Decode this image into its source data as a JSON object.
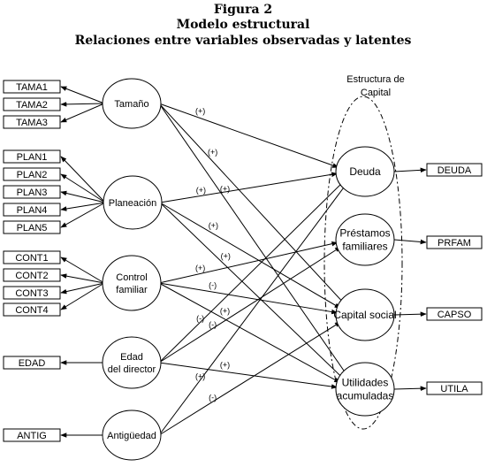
{
  "header": {
    "figure": "Figura 2",
    "title": "Modelo estructural",
    "subtitle": "Relaciones entre variables observadas y latentes"
  },
  "capital_group": {
    "label_line1": "Estructura de",
    "label_line2": "Capital"
  },
  "latent_left": [
    {
      "id": "tam",
      "lines": [
        "Tamaño"
      ]
    },
    {
      "id": "pla",
      "lines": [
        "Planeación"
      ]
    },
    {
      "id": "con",
      "lines": [
        "Control",
        "familiar"
      ]
    },
    {
      "id": "eda",
      "lines": [
        "Edad",
        "del director"
      ]
    },
    {
      "id": "ant",
      "lines": [
        "Antigüedad"
      ]
    }
  ],
  "latent_right": [
    {
      "id": "deu",
      "lines": [
        "Deuda"
      ]
    },
    {
      "id": "pre",
      "lines": [
        "Préstamos",
        "familiares"
      ]
    },
    {
      "id": "cap",
      "lines": [
        "Capital social"
      ]
    },
    {
      "id": "uti",
      "lines": [
        "Utilidades",
        "acumuladas"
      ]
    }
  ],
  "observed_left": [
    {
      "label": "TAMA1",
      "latent": "tam"
    },
    {
      "label": "TAMA2",
      "latent": "tam"
    },
    {
      "label": "TAMA3",
      "latent": "tam"
    },
    {
      "label": "PLAN1",
      "latent": "pla"
    },
    {
      "label": "PLAN2",
      "latent": "pla"
    },
    {
      "label": "PLAN3",
      "latent": "pla"
    },
    {
      "label": "PLAN4",
      "latent": "pla"
    },
    {
      "label": "PLAN5",
      "latent": "pla"
    },
    {
      "label": "CONT1",
      "latent": "con"
    },
    {
      "label": "CONT2",
      "latent": "con"
    },
    {
      "label": "CONT3",
      "latent": "con"
    },
    {
      "label": "CONT4",
      "latent": "con"
    },
    {
      "label": "EDAD",
      "latent": "eda"
    },
    {
      "label": "ANTIG",
      "latent": "ant"
    }
  ],
  "observed_right": [
    {
      "label": "DEUDA",
      "latent": "deu"
    },
    {
      "label": "PRFAM",
      "latent": "pre"
    },
    {
      "label": "CAPSO",
      "latent": "cap"
    },
    {
      "label": "UTILA",
      "latent": "uti"
    }
  ],
  "paths": [
    {
      "from": "tam",
      "to": "deu",
      "sign": "(+)"
    },
    {
      "from": "tam",
      "to": "cap",
      "sign": "(+)"
    },
    {
      "from": "tam",
      "to": "uti",
      "sign": "(+)"
    },
    {
      "from": "pla",
      "to": "deu",
      "sign": "(+)"
    },
    {
      "from": "pla",
      "to": "cap",
      "sign": "(+)"
    },
    {
      "from": "pla",
      "to": "uti",
      "sign": "(+)"
    },
    {
      "from": "con",
      "to": "pre",
      "sign": "(+)"
    },
    {
      "from": "con",
      "to": "cap",
      "sign": "(-)"
    },
    {
      "from": "con",
      "to": "uti",
      "sign": "(+)"
    },
    {
      "from": "eda",
      "to": "deu",
      "sign": "(-)"
    },
    {
      "from": "eda",
      "to": "pre",
      "sign": "(-)"
    },
    {
      "from": "eda",
      "to": "uti",
      "sign": "(+)"
    },
    {
      "from": "ant",
      "to": "deu",
      "sign": "(+)"
    },
    {
      "from": "ant",
      "to": "cap",
      "sign": "(-)"
    }
  ]
}
